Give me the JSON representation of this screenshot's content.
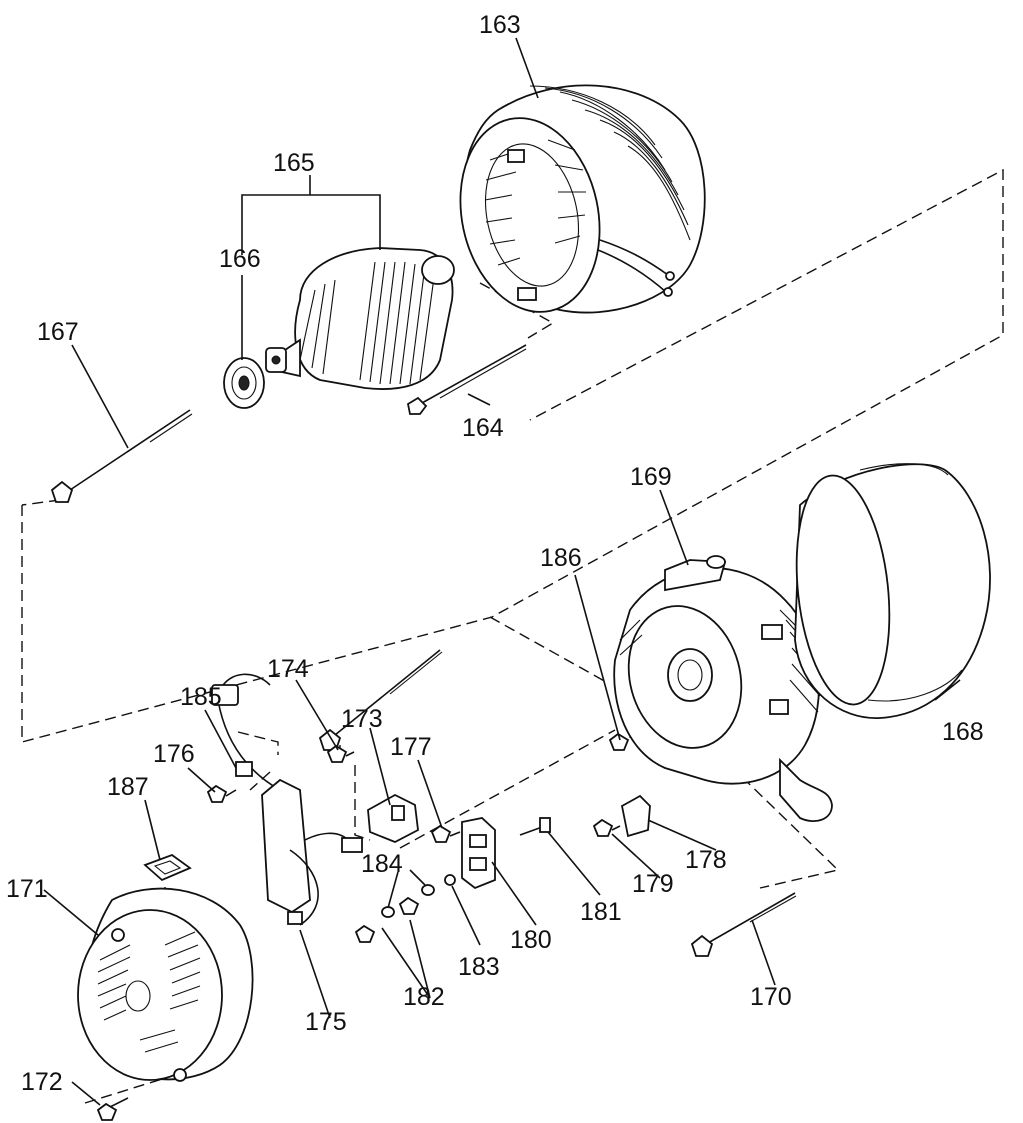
{
  "part_labels": {
    "p163": "163",
    "p164": "164",
    "p165": "165",
    "p166": "166",
    "p167": "167",
    "p168": "168",
    "p169": "169",
    "p170": "170",
    "p171": "171",
    "p172": "172",
    "p173": "173",
    "p174": "174",
    "p175": "175",
    "p176": "176",
    "p177": "177",
    "p178": "178",
    "p179": "179",
    "p180": "180",
    "p181": "181",
    "p182": "182",
    "p183": "183",
    "p184": "184",
    "p185": "185",
    "p186": "186",
    "p187": "187"
  }
}
